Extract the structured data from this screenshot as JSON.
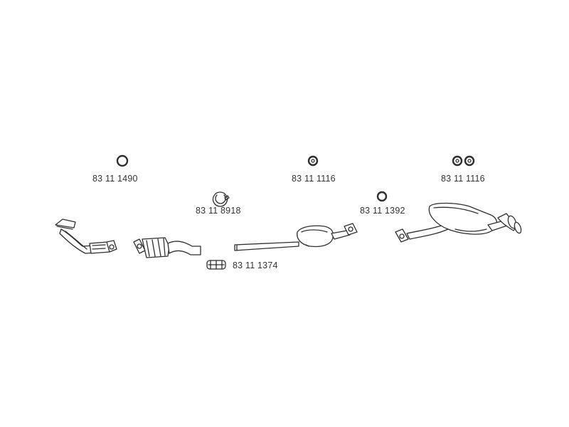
{
  "labels": {
    "ring_gasket_left": "83 11 1490",
    "clamp_top": "83 11 8918",
    "ring_center": "83 11 1116",
    "ring_right_pair": "83 11 1116",
    "ring_mid_right": "83 11 1392",
    "clamp_bottom": "83 11 1374"
  },
  "colors": {
    "line": "#2f2f2f",
    "text": "#333333",
    "background": "#ffffff"
  }
}
